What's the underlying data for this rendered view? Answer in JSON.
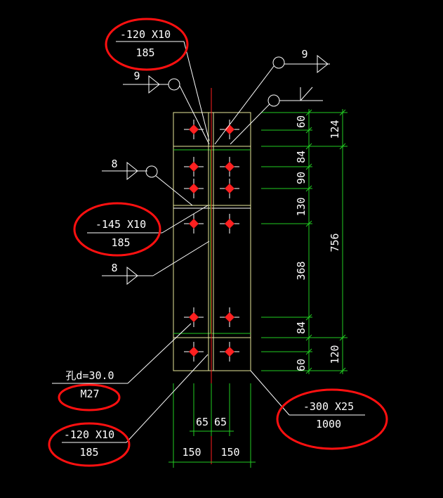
{
  "colors": {
    "background": "#000000",
    "plate_outline": "#e8e89a",
    "dimension": "#22cc22",
    "bolt": "#ff2020",
    "text": "#ffffff",
    "highlight_oval": "#ff1010"
  },
  "labels": {
    "plate_top": {
      "size": "-120 X10",
      "length": "185"
    },
    "plate_mid": {
      "size": "-145 X10",
      "length": "185"
    },
    "plate_bottom": {
      "size": "-120 X10",
      "length": "185"
    },
    "main_plate": {
      "size": "-300 X25",
      "length": "1000"
    },
    "hole": {
      "diameter": "孔d=30.0",
      "bolt": "M27"
    }
  },
  "welds": {
    "weld_9_left": "9",
    "weld_9_right": "9",
    "weld_8_upper": "8",
    "weld_8_lower": "8"
  },
  "dims_right_inner": [
    "60",
    "84",
    "90",
    "130",
    "368",
    "84",
    "60"
  ],
  "dims_right_outer": [
    "124",
    "756",
    "120"
  ],
  "dims_bottom_inner": [
    "65",
    "65"
  ],
  "dims_bottom_outer": [
    "150",
    "150"
  ]
}
